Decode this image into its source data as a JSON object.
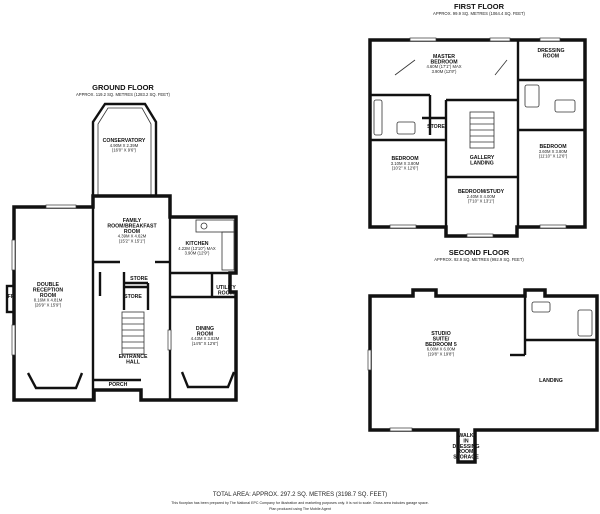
{
  "floors": {
    "ground": {
      "title": "GROUND FLOOR",
      "area": "APPROX. 119.2 SQ. METRES (1283.2 SQ. FEET)"
    },
    "first": {
      "title": "FIRST FLOOR",
      "area": "APPROX. 99.9 SQ. METRES (1064.4 SQ. FEET)"
    },
    "second": {
      "title": "SECOND FLOOR",
      "area": "APPROX. 92.9 SQ. METRES (992.9 SQ. FEET)"
    }
  },
  "rooms": {
    "conservatory": {
      "name": [
        "CONSERVATORY"
      ],
      "dims": [
        "4.90M X 2.39M",
        "(16'0\" X 9'6\")"
      ]
    },
    "family": {
      "name": [
        "FAMILY",
        "ROOM/BREAKFAST",
        "ROOM"
      ],
      "dims": [
        "4.39M X 4.62M",
        "(15'2\" X 15'1\")"
      ]
    },
    "kitchen": {
      "name": [
        "KITCHEN"
      ],
      "dims": [
        "4.22M (13'10\") MAX",
        "3.90M (12'9\")"
      ]
    },
    "reception": {
      "name": [
        "DOUBLE",
        "RECEPTION",
        "ROOM"
      ],
      "dims": [
        "8.16M X 4.81M",
        "(26'9\" X 15'9\")"
      ]
    },
    "store1": {
      "name": [
        "STORE"
      ],
      "dims": []
    },
    "store2": {
      "name": [
        "STORE"
      ],
      "dims": []
    },
    "utility": {
      "name": [
        "UTILITY",
        "ROOM"
      ],
      "dims": []
    },
    "dining": {
      "name": [
        "DINING",
        "ROOM"
      ],
      "dims": [
        "4.43M X 3.82M",
        "(14'6\" X 12'6\")"
      ]
    },
    "hall": {
      "name": [
        "ENTRANCE",
        "HALL"
      ],
      "dims": []
    },
    "porch": {
      "name": [
        "PORCH"
      ],
      "dims": []
    },
    "fp": {
      "name": [
        "FP"
      ],
      "dims": []
    },
    "master": {
      "name": [
        "MASTER",
        "BEDROOM"
      ],
      "dims": [
        "4.60M (17'1\") MAX",
        "3.90M (12'9\")"
      ]
    },
    "dressing": {
      "name": [
        "DRESSING",
        "ROOM"
      ],
      "dims": []
    },
    "store3": {
      "name": [
        "STORE"
      ],
      "dims": []
    },
    "bed_left": {
      "name": [
        "BEDROOM"
      ],
      "dims": [
        "3.10M X 3.80M",
        "(10'2\" X 12'6\")"
      ]
    },
    "gallery": {
      "name": [
        "GALLERY",
        "LANDING"
      ],
      "dims": []
    },
    "bed_right": {
      "name": [
        "BEDROOM"
      ],
      "dims": [
        "3.60M X 3.80M",
        "(11'10\" X 12'6\")"
      ]
    },
    "study": {
      "name": [
        "BEDROOM/STUDY"
      ],
      "dims": [
        "2.40M X 4.00M",
        "(7'10\" X 13'1\")"
      ]
    },
    "studio": {
      "name": [
        "STUDIO",
        "SUITE/",
        "BEDROOM 5"
      ],
      "dims": [
        "6.00M X 6.00M",
        "(19'8\" X 19'8\")"
      ]
    },
    "landing": {
      "name": [
        "LANDING"
      ],
      "dims": []
    },
    "walkin": {
      "name": [
        "WALK",
        "IN",
        "DRESSING",
        "ROOM/",
        "STORAGE"
      ],
      "dims": []
    }
  },
  "footer": {
    "total": "TOTAL AREA: APPROX. 297.2 SQ. METRES (3198.7 SQ. FEET)",
    "disclaimer": "This floorplan has been prepared by The National EPC Company for illustration and marketing purposes only. It is not to scale. Gross area includes garage space.",
    "credit": "Plan produced using The Mobile Agent"
  }
}
